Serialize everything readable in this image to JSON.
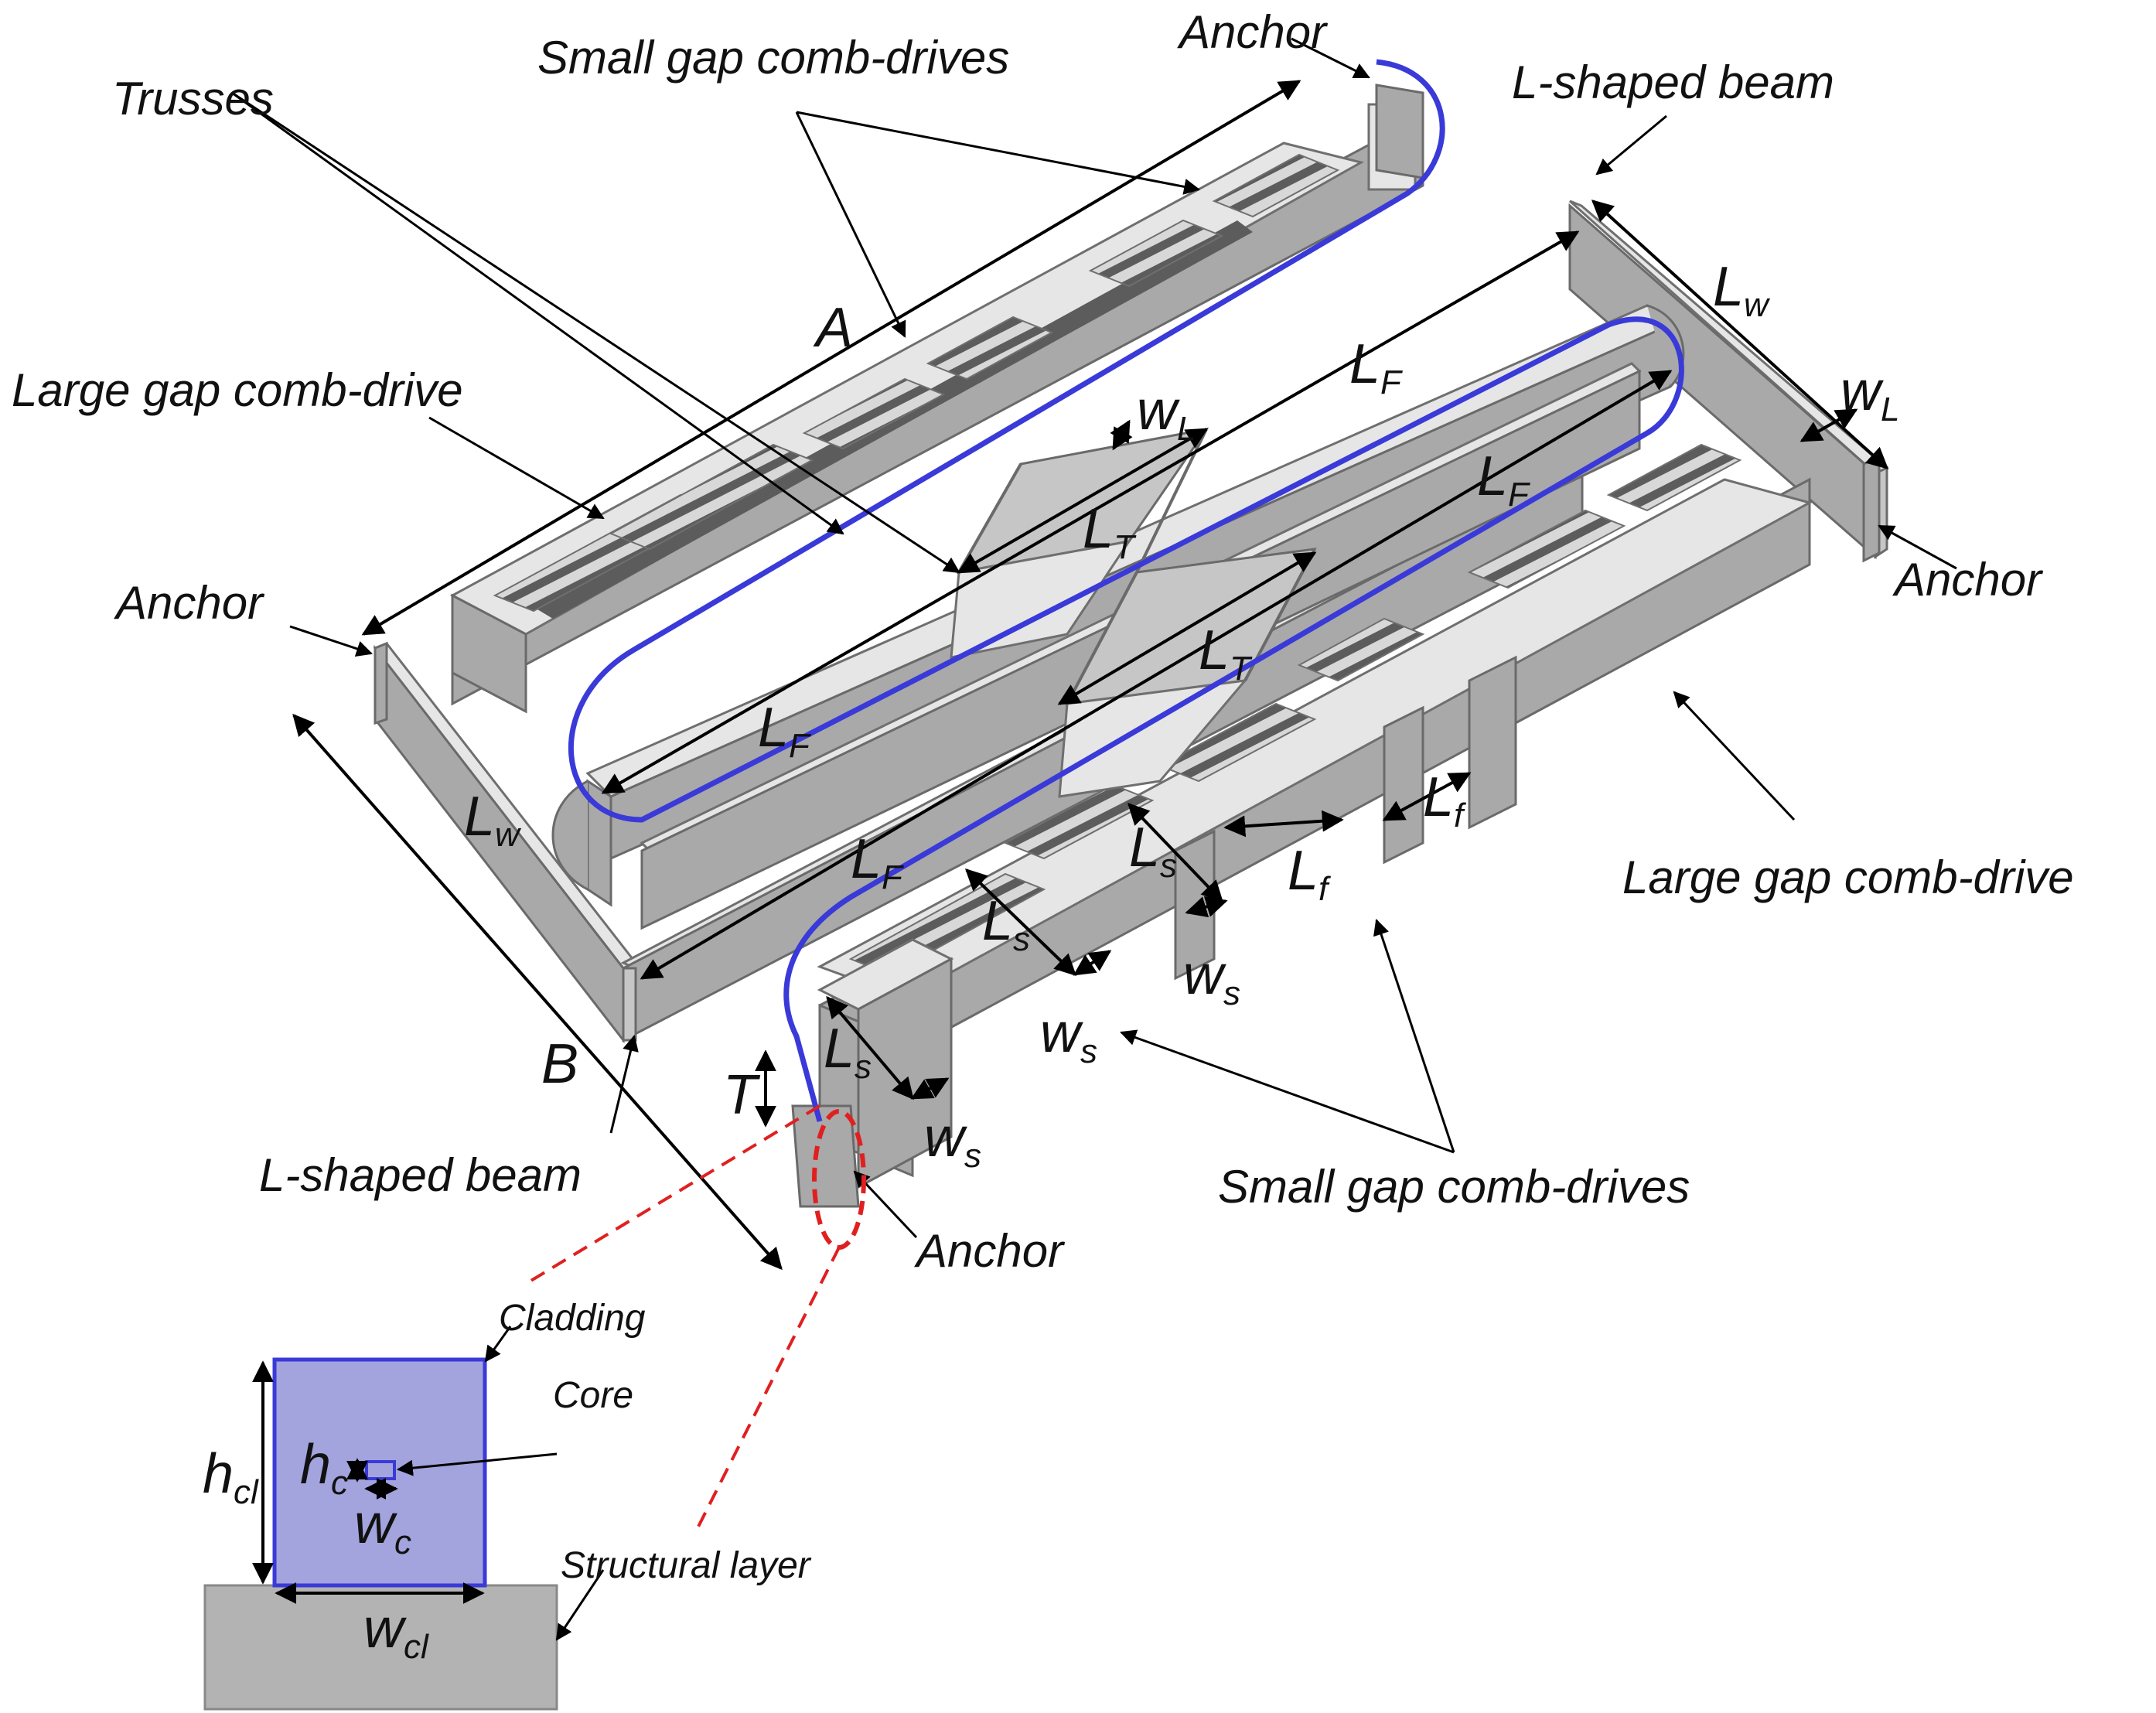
{
  "colors": {
    "waveguide": "#3a3ad8",
    "cladding_fill": "#a3a3dd",
    "structure_top": "#e6e6e6",
    "structure_front": "#a9a9a9",
    "comb_fingers": "#5c5c5c",
    "cut_marker": "#e02020",
    "structural_layer": "#b3b3b3"
  },
  "labels": {
    "anchor": "Anchor",
    "small_gap_comb_drives": "Small gap comb-drives",
    "large_gap_comb_drive": "Large gap comb-drive",
    "trusses": "Trusses",
    "l_shaped_beam": "L-shaped beam",
    "dim_A": "A",
    "dim_B": "B",
    "dim_T": "T"
  },
  "symbols": {
    "L": "L",
    "w": "w",
    "h": "h",
    "sub_w": "w",
    "sub_F": "F",
    "sub_T": "T",
    "sub_L": "L",
    "sub_s": "s",
    "sub_f": "f",
    "sub_c": "c",
    "sub_cl": "cl"
  },
  "cross_section": {
    "cladding": "Cladding",
    "core": "Core",
    "structural_layer": "Structural layer"
  }
}
